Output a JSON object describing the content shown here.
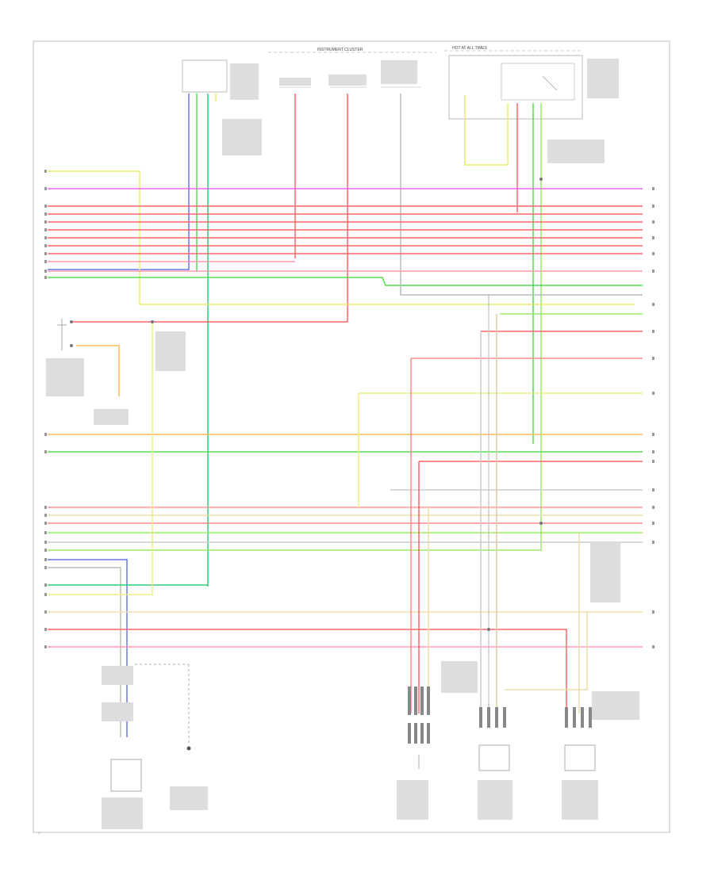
{
  "diagram": {
    "header_left": "INSTRUMENT CLUSTER",
    "header_right": "HOT AT ALL TIMES",
    "corner_code": "J",
    "wire_colors": {
      "red": "#ff6666",
      "pink": "#ff99aa",
      "violet": "#ee66ee",
      "yellow": "#eeee66",
      "green": "#55dd55",
      "lightgreen": "#99ee66",
      "blue": "#6677ee",
      "orange": "#ffbb55",
      "tan": "#eeddaa",
      "gray": "#bbbbbb",
      "black": "#444444"
    }
  }
}
